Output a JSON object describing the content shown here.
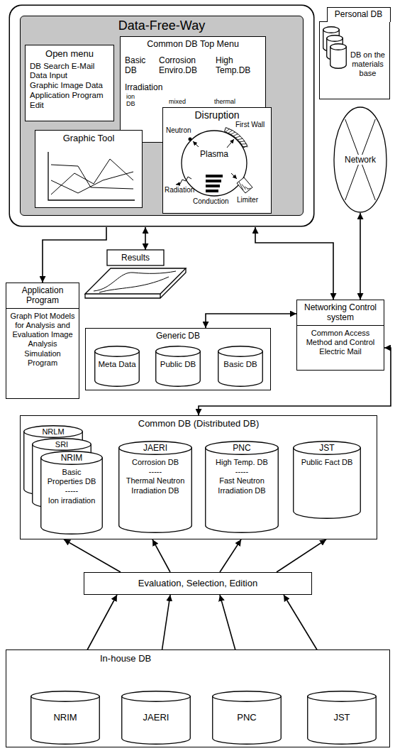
{
  "diagram": {
    "nodes": [
      {
        "text": [
          "Data-Free-Way"
        ]
      },
      {
        "text": [
          "Open menu",
          "DB Search E-Mail",
          "Data Input",
          "Graphic Image Data",
          "Application Program",
          "Edit"
        ],
        "in": 0
      },
      {
        "text": [
          "Common DB Top Menu",
          "Basic DB",
          "Corrosion Enviro.DB",
          "High Temp.DB",
          "Irradiation",
          "ion DB",
          "mixed",
          "thermal"
        ],
        "in": 0
      },
      {
        "text": [
          "Graphic Tool"
        ],
        "in": 0
      },
      {
        "text": [
          "Disruption"
        ],
        "in": 0
      },
      {
        "text": [
          "Personal DB",
          "DB on the materials base"
        ]
      },
      {
        "text": [
          "Network"
        ]
      },
      {
        "text": [
          "Results"
        ]
      },
      {
        "text": [
          "Application Program",
          "Graph Plot Models for Analysis and Evaluation Image Analysis Simulation Program"
        ]
      },
      {
        "text": [
          "Networking Control system",
          "Common Access Method and Control Electric Mail"
        ]
      },
      {
        "text": [
          "Generic DB"
        ]
      },
      {
        "text": [
          "Meta Data"
        ],
        "in": 10
      },
      {
        "text": [
          "Public DB"
        ],
        "in": 10
      },
      {
        "text": [
          "Basic DB"
        ],
        "in": 10
      },
      {
        "text": [
          "Common DB (Distributed DB)"
        ]
      },
      {
        "text": [
          "NRLM"
        ],
        "in": 14
      },
      {
        "text": [
          "SRI"
        ],
        "in": 14
      },
      {
        "text": [
          "NRIM",
          "Basic Properties DB",
          "-----",
          "Ion irradiation"
        ],
        "in": 14
      },
      {
        "text": [
          "JAERI",
          "Corrosion DB",
          "-----",
          "Thermal Neutron Irradiation DB"
        ],
        "in": 14
      },
      {
        "text": [
          "PNC",
          "High Temp. DB",
          "-----",
          "Fast Neutron Irradiation DB"
        ],
        "in": 14
      },
      {
        "text": [
          "JST",
          "Public Fact DB"
        ],
        "in": 14
      },
      {
        "text": [
          "Evaluation, Selection, Edition"
        ]
      },
      {
        "text": [
          "In-house DB"
        ]
      },
      {
        "text": [
          "NRIM"
        ],
        "in": 22
      },
      {
        "text": [
          "JAERI"
        ],
        "in": 22
      },
      {
        "text": [
          "PNC"
        ],
        "in": 22
      },
      {
        "text": [
          "JST"
        ],
        "in": 22
      }
    ],
    "edges": [
      {
        "from": 0,
        "to": 7,
        "arrow": "both"
      },
      {
        "from": 0,
        "to": 8,
        "arrow": "to"
      },
      {
        "from": 0,
        "to": 9,
        "arrow": "both"
      },
      {
        "from": 6,
        "to": 9,
        "arrow": "both"
      },
      {
        "from": 9,
        "to": 10,
        "arrow": "both"
      },
      {
        "from": 9,
        "to": 14,
        "arrow": "both"
      },
      {
        "from": 21,
        "to": 14,
        "arrow": "to"
      },
      {
        "from": 21,
        "to": 14,
        "arrow": "to"
      },
      {
        "from": 21,
        "to": 14,
        "arrow": "to"
      },
      {
        "from": 21,
        "to": 14,
        "arrow": "to"
      },
      {
        "from": 23,
        "to": 21,
        "arrow": "to"
      },
      {
        "from": 24,
        "to": 21,
        "arrow": "to"
      },
      {
        "from": 25,
        "to": 21,
        "arrow": "to"
      },
      {
        "from": 26,
        "to": 21,
        "arrow": "to"
      }
    ],
    "labels": [
      "First Wall",
      "Neutron",
      "Plasma",
      "Radiation",
      "Conduction",
      "Limiter"
    ]
  }
}
